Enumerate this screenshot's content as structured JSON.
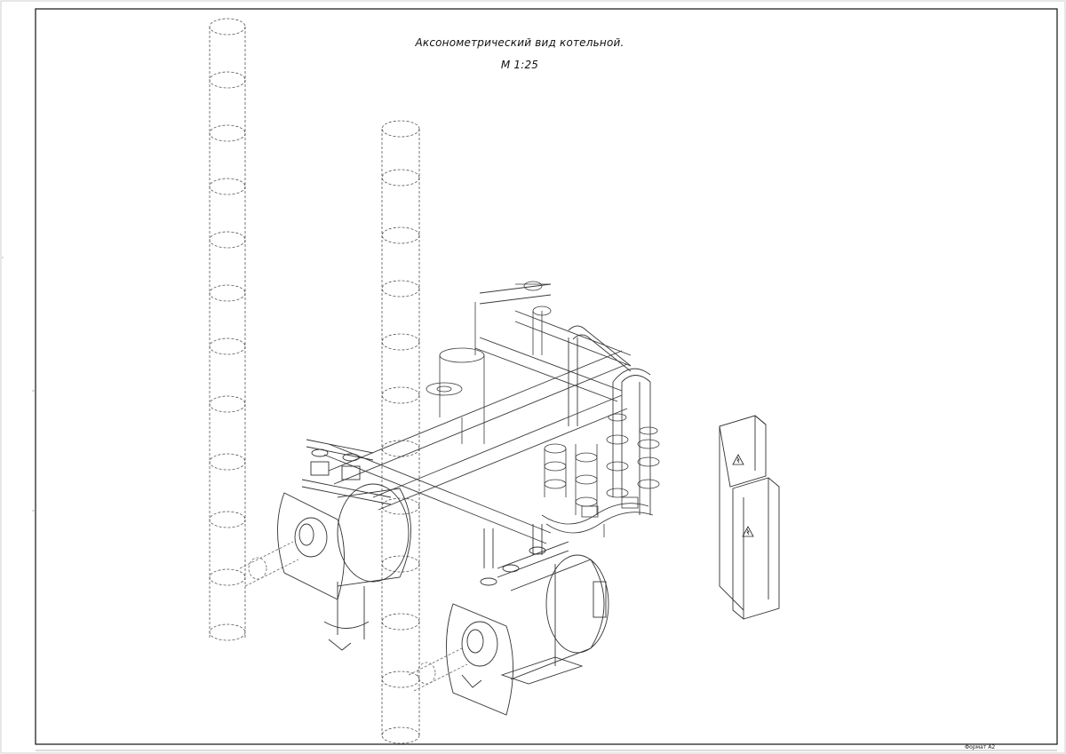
{
  "drawing": {
    "title": "Аксонометрический вид котельной.",
    "scale": "М 1:25",
    "format": "Формат А2"
  },
  "colors": {
    "line": "#3a3a3a",
    "frame": "#111111",
    "background": "#ffffff"
  },
  "icons": {
    "electrical_cabinet": "high-voltage-warning-icon"
  }
}
